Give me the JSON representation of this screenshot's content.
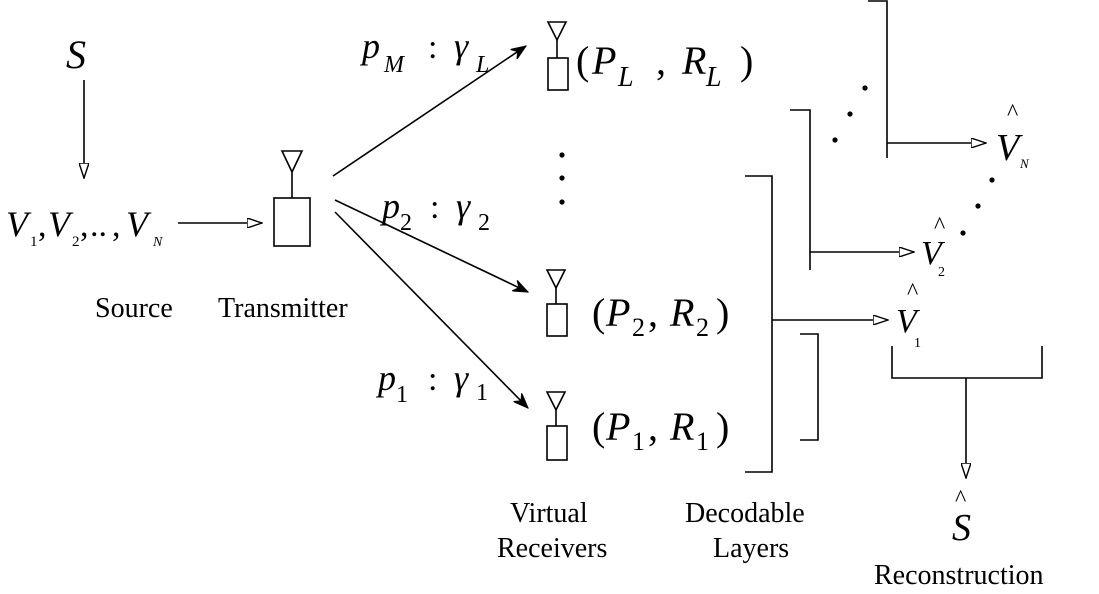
{
  "source": {
    "symbol": "S",
    "vectors": {
      "v1": "V",
      "s1": "1",
      "v2": "V",
      "s2": "2",
      "dots": "..",
      "vN": "V",
      "sN": "N"
    },
    "label": "Source"
  },
  "transmitter": {
    "label": "Transmitter"
  },
  "links": {
    "top": {
      "p": "p",
      "psub": "M",
      "colon": ":",
      "g": "γ",
      "gsub": "L"
    },
    "mid": {
      "p": "p",
      "psub": "2",
      "colon": ":",
      "g": "γ",
      "gsub": "2"
    },
    "bot": {
      "p": "p",
      "psub": "1",
      "colon": ":",
      "g": "γ",
      "gsub": "1"
    }
  },
  "receivers": {
    "r_L": {
      "open": "(",
      "P": "P",
      "Psub": "L",
      "comma": ",",
      "R": "R",
      "Rsub": "L",
      "close": ")"
    },
    "r_2": {
      "open": "(",
      "P": "P",
      "Psub": "2",
      "comma": ",",
      "R": "R",
      "Rsub": "2",
      "close": ")"
    },
    "r_1": {
      "open": "(",
      "P": "P",
      "Psub": "1",
      "comma": ",",
      "R": "R",
      "Rsub": "1",
      "close": ")"
    }
  },
  "decoded": {
    "vN": {
      "hat": "^",
      "V": "V",
      "sub": "N"
    },
    "v2": {
      "hat": "^",
      "V": "V",
      "sub": "2"
    },
    "v1": {
      "hat": "^",
      "V": "V",
      "sub": "1"
    },
    "s": {
      "hat": "^",
      "S": "S"
    }
  },
  "labels": {
    "virtual_line1": "Virtual",
    "virtual_line2": "Receivers",
    "decodable_line1": "Decodable",
    "decodable_line2": "Layers",
    "reconstruction": "Reconstruction"
  }
}
